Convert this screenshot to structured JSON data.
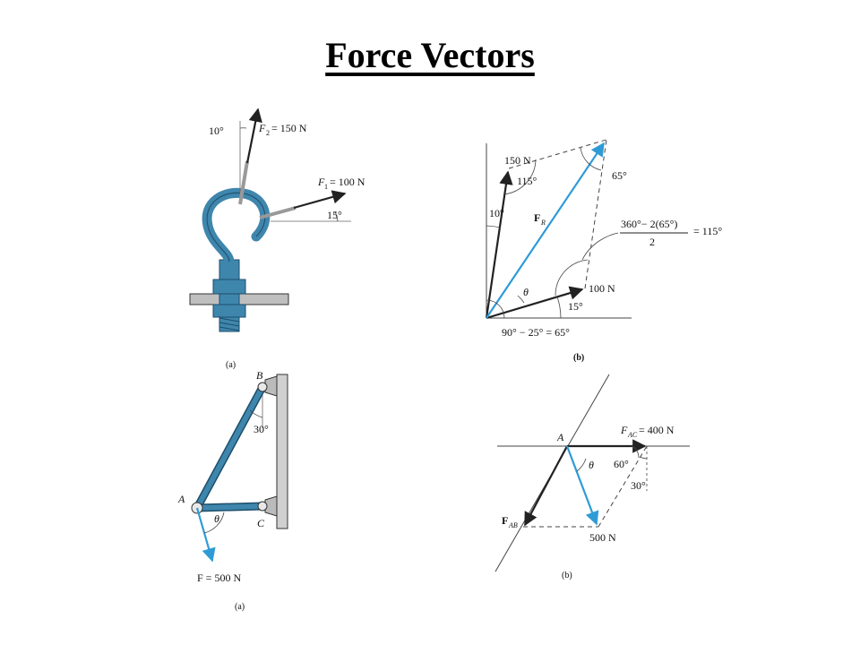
{
  "title": "Force Vectors",
  "colors": {
    "blue": "#2f9bd6",
    "steel": "#3f86ad",
    "dark": "#222222"
  },
  "fig1a": {
    "angle_10": "10°",
    "f2_label": "F",
    "f2_sub": "2",
    "f2_value": "= 150 N",
    "f1_label": "F",
    "f1_sub": "1",
    "f1_value": "= 100 N",
    "angle_15": "15°",
    "caption": "(a)"
  },
  "fig1b": {
    "label_150": "150 N",
    "angle_115": "115°",
    "angle_10": "10°",
    "angle_65": "65°",
    "fr_label": "F",
    "fr_sub": "R",
    "formula_num": "360°− 2(65°)",
    "formula_den": "2",
    "formula_result": "= 115°",
    "theta": "θ",
    "label_100": "100 N",
    "angle_15": "15°",
    "bottom_formula": "90° − 25° = 65°",
    "caption": "(b)"
  },
  "fig2a": {
    "point_b": "B",
    "angle_30": "30°",
    "point_a": "A",
    "theta": "θ",
    "point_c": "C",
    "force_label": "F = 500 N",
    "caption": "(a)"
  },
  "fig2b": {
    "point_a": "A",
    "fac_label": "F",
    "fac_sub": "AC",
    "fac_value": "= 400 N",
    "theta": "θ",
    "angle_60": "60°",
    "angle_30": "30°",
    "fab_label": "F",
    "fab_sub": "AB",
    "label_500": "500 N",
    "caption": "(b)"
  }
}
